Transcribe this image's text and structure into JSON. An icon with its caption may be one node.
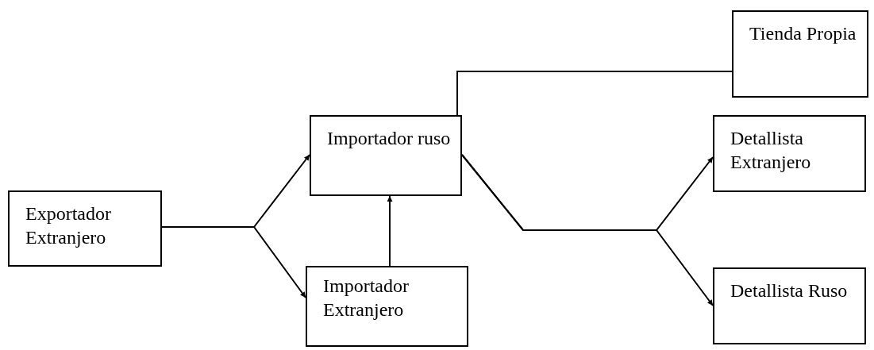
{
  "diagram": {
    "nodes": [
      {
        "text": [
          "Exportador Extranjero"
        ]
      },
      {
        "text": [
          "Importador ruso"
        ]
      },
      {
        "text": [
          "Importador Extranjero"
        ]
      },
      {
        "text": [
          "Tienda Propia"
        ]
      },
      {
        "text": [
          "Detallista Extranjero"
        ]
      },
      {
        "text": [
          "Detallista Ruso"
        ]
      }
    ],
    "edges": [
      {
        "from": 0,
        "to": 1,
        "arrow": "to"
      },
      {
        "from": 0,
        "to": 2,
        "arrow": "to"
      },
      {
        "from": 2,
        "to": 1,
        "arrow": "to"
      },
      {
        "from": 1,
        "to": 3,
        "arrow": "none"
      },
      {
        "from": 1,
        "to": 4,
        "arrow": "to"
      },
      {
        "from": 1,
        "to": 5,
        "arrow": "to"
      }
    ]
  }
}
